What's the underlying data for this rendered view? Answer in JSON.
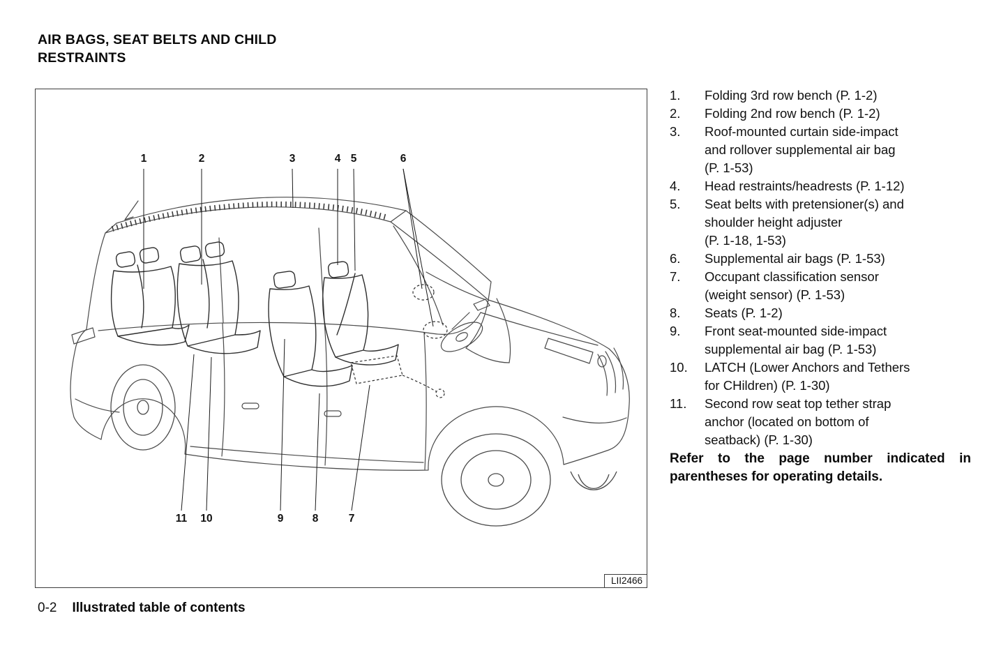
{
  "page": {
    "title": "AIR BAGS, SEAT BELTS AND CHILD\nRESTRAINTS",
    "footer": {
      "page_number": "0-2",
      "section": "Illustrated table of contents"
    }
  },
  "diagram": {
    "figure_code": "LII2466",
    "callouts_top": [
      "1",
      "2",
      "3",
      "4",
      "5",
      "6"
    ],
    "callouts_bottom": [
      "11",
      "10",
      "9",
      "8",
      "7"
    ]
  },
  "legend": {
    "items": [
      {
        "num": "1.",
        "text": "Folding 3rd row bench (P. 1-2)"
      },
      {
        "num": "2.",
        "text": "Folding 2nd row bench (P. 1-2)"
      },
      {
        "num": "3.",
        "text": "Roof-mounted curtain side-impact\nand rollover supplemental air bag\n(P. 1-53)"
      },
      {
        "num": "4.",
        "text": "Head restraints/headrests (P. 1-12)"
      },
      {
        "num": "5.",
        "text": "Seat belts with pretensioner(s) and\nshoulder height adjuster\n(P. 1-18, 1-53)"
      },
      {
        "num": "6.",
        "text": "Supplemental air bags (P. 1-53)"
      },
      {
        "num": "7.",
        "text": "Occupant classification sensor\n(weight sensor) (P. 1-53)"
      },
      {
        "num": "8.",
        "text": "Seats (P. 1-2)"
      },
      {
        "num": "9.",
        "text": "Front seat-mounted side-impact\nsupplemental air bag (P. 1-53)"
      },
      {
        "num": "10.",
        "text": "LATCH (Lower Anchors and Tethers\nfor CHildren) (P. 1-30)"
      },
      {
        "num": "11.",
        "text": "Second row seat top tether strap\nanchor (located on bottom of\nseatback) (P. 1-30)"
      }
    ],
    "note": "Refer to the page number indicated in parentheses for operating details."
  }
}
